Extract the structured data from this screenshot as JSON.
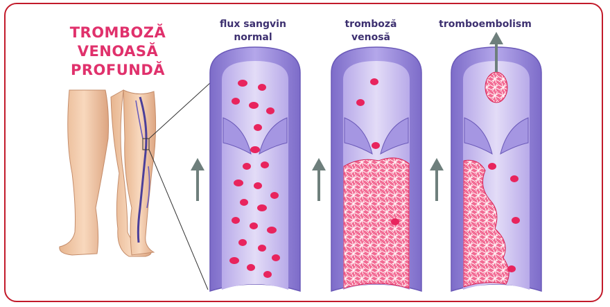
{
  "title": {
    "line1": "TROMBOZĂ",
    "line2": "VENOASĂ",
    "line3": "PROFUNDĂ"
  },
  "panels": [
    {
      "label_line1": "flux sangvin",
      "label_line2": "normal"
    },
    {
      "label_line1": "tromboză",
      "label_line2": "venosă"
    },
    {
      "label_line1": "tromboembolism",
      "label_line2": ""
    }
  ],
  "colors": {
    "frame": "#c21a2a",
    "title": "#e0316c",
    "labels": "#3d3070",
    "vein_wall": "#8f7fd6",
    "vein_lumen": "#d8cff3",
    "blood_cell": "#e8245d",
    "arrow": "#6e7f7c"
  }
}
